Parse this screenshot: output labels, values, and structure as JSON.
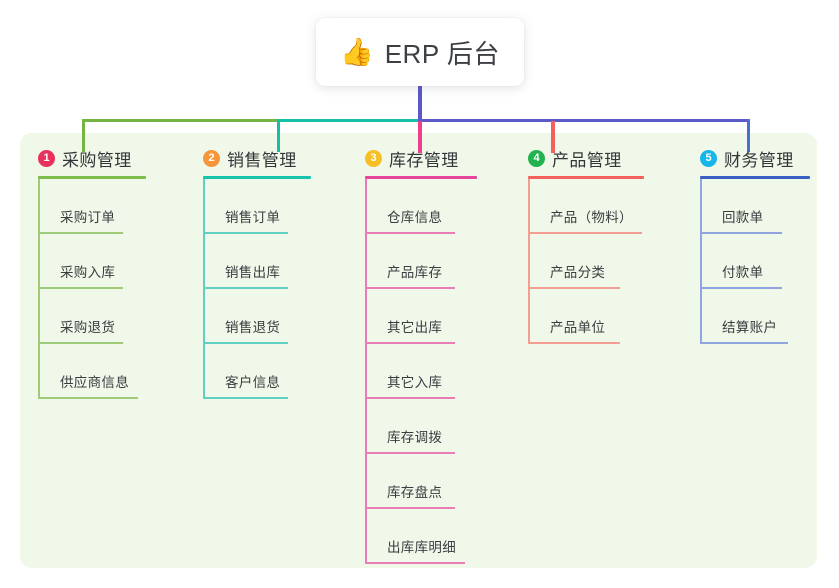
{
  "title": {
    "icon": "thumbs-up-icon",
    "icon_glyph": "👍",
    "text": "ERP 后台"
  },
  "colors": {
    "panel_bg": "#eff8e9",
    "page_bg": "#ffffff",
    "trunk": "#5b59c7",
    "bar_green": "#74b541",
    "bar_teal": "#14bfa6",
    "bar_purple": "#5b59c7",
    "drop_pink": "#ed3f8c",
    "drop_red": "#f4605b",
    "drop_blue": "#4a6fd4",
    "text": "#333639"
  },
  "columns": [
    {
      "index": "1",
      "title": "采购管理",
      "badge_color": "#e8315c",
      "rule_color": "#7ebd4c",
      "line_color": "#9ecb7a",
      "head_rule_width": 108,
      "spine_height": 222,
      "items": [
        {
          "label": "采购订单",
          "rule_width": 85
        },
        {
          "label": "采购入库",
          "rule_width": 85
        },
        {
          "label": "采购退货",
          "rule_width": 85
        },
        {
          "label": "供应商信息",
          "rule_width": 100
        }
      ]
    },
    {
      "index": "2",
      "title": "销售管理",
      "badge_color": "#f7953b",
      "rule_color": "#16c3ad",
      "line_color": "#62cfc3",
      "head_rule_width": 108,
      "spine_height": 222,
      "items": [
        {
          "label": "销售订单",
          "rule_width": 85
        },
        {
          "label": "销售出库",
          "rule_width": 85
        },
        {
          "label": "销售退货",
          "rule_width": 85
        },
        {
          "label": "客户信息",
          "rule_width": 85
        }
      ]
    },
    {
      "index": "3",
      "title": "库存管理",
      "badge_color": "#f6c024",
      "rule_color": "#e6459b",
      "line_color": "#e87cb4",
      "head_rule_width": 112,
      "spine_height": 387,
      "items": [
        {
          "label": "仓库信息",
          "rule_width": 90
        },
        {
          "label": "产品库存",
          "rule_width": 90
        },
        {
          "label": "其它出库",
          "rule_width": 90
        },
        {
          "label": "其它入库",
          "rule_width": 90
        },
        {
          "label": "库存调拨",
          "rule_width": 90
        },
        {
          "label": "库存盘点",
          "rule_width": 90
        },
        {
          "label": "出库库明细",
          "rule_width": 100
        }
      ]
    },
    {
      "index": "4",
      "title": "产品管理",
      "badge_color": "#22b34f",
      "rule_color": "#f4605b",
      "line_color": "#f39d93",
      "head_rule_width": 116,
      "spine_height": 167,
      "items": [
        {
          "label": "产品（物料）",
          "rule_width": 114
        },
        {
          "label": "产品分类",
          "rule_width": 92
        },
        {
          "label": "产品单位",
          "rule_width": 92
        }
      ]
    },
    {
      "index": "5",
      "title": "财务管理",
      "badge_color": "#17b6e8",
      "rule_color": "#3a5fc4",
      "line_color": "#8fa4e0",
      "head_rule_width": 110,
      "spine_height": 167,
      "items": [
        {
          "label": "回款单",
          "rule_width": 82
        },
        {
          "label": "付款单",
          "rule_width": 82
        },
        {
          "label": "结算账户",
          "rule_width": 88
        }
      ]
    }
  ]
}
